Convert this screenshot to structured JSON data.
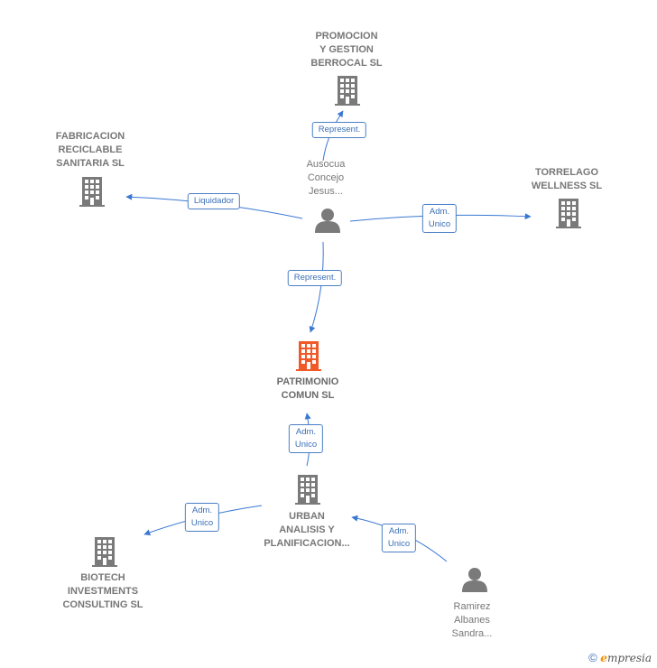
{
  "nodes": {
    "promocion": {
      "lines": [
        "PROMOCION",
        "Y GESTION",
        "BERROCAL  SL"
      ]
    },
    "fabricacion": {
      "lines": [
        "FABRICACION",
        "RECICLABLE",
        "SANITARIA SL"
      ]
    },
    "torrelago": {
      "lines": [
        "TORRELAGO",
        "WELLNESS SL"
      ]
    },
    "ausocua": {
      "lines": [
        "Ausocua",
        "Concejo",
        "Jesus..."
      ]
    },
    "patrimonio": {
      "lines": [
        "PATRIMONIO",
        "COMUN  SL"
      ]
    },
    "urban": {
      "lines": [
        "URBAN",
        "ANALISIS Y",
        "PLANIFICACION..."
      ]
    },
    "biotech": {
      "lines": [
        "BIOTECH",
        "INVESTMENTS",
        "CONSULTING SL"
      ]
    },
    "ramirez": {
      "lines": [
        "Ramirez",
        "Albanes",
        "Sandra..."
      ]
    }
  },
  "edges": {
    "e1": {
      "lines": [
        "Represent."
      ]
    },
    "e2": {
      "lines": [
        "Liquidador"
      ]
    },
    "e3": {
      "lines": [
        "Adm.",
        "Unico"
      ]
    },
    "e4": {
      "lines": [
        "Represent."
      ]
    },
    "e5": {
      "lines": [
        "Adm.",
        "Unico"
      ]
    },
    "e6": {
      "lines": [
        "Adm.",
        "Unico"
      ]
    },
    "e7": {
      "lines": [
        "Adm.",
        "Unico"
      ]
    }
  },
  "colors": {
    "edge": "#3a78d4",
    "company": "#7a7a7a",
    "main_company": "#f05a28",
    "person": "#7a7a7a"
  },
  "footer": {
    "copyright": "©",
    "brand_e": "e",
    "brand_rest": "mpresia"
  }
}
